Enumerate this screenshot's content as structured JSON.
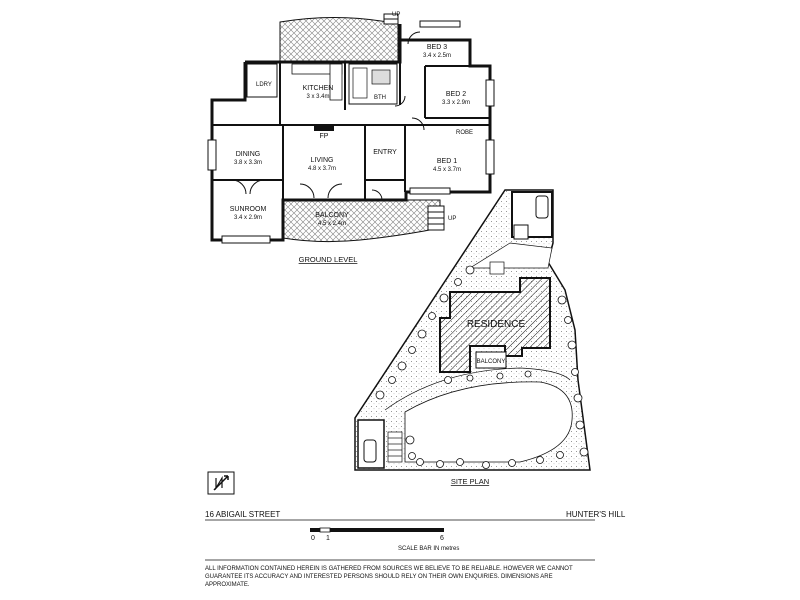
{
  "ground_level": {
    "caption": "GROUND LEVEL",
    "rooms": [
      {
        "name": "BED 3",
        "dims": "3.4 x 2.5m"
      },
      {
        "name": "KITCHEN",
        "dims": "3 x 3.4m"
      },
      {
        "name": "BED 2",
        "dims": "3.3 x 2.9m"
      },
      {
        "name": "DINING",
        "dims": "3.8 x 3.3m"
      },
      {
        "name": "LIVING",
        "dims": "4.8 x 3.7m"
      },
      {
        "name": "ENTRY",
        "dims": ""
      },
      {
        "name": "BED 1",
        "dims": "4.5 x 3.7m"
      },
      {
        "name": "SUNROOM",
        "dims": "3.4 x 2.9m"
      },
      {
        "name": "BALCONY",
        "dims": "4.5 x 2.4m"
      }
    ],
    "misc": {
      "fp": "FP",
      "up1": "UP",
      "up2": "UP",
      "robe": "ROBE",
      "ldry": "LDRY",
      "bth": "BTH"
    }
  },
  "site_plan": {
    "caption": "SITE PLAN",
    "residence": "RESIDENCE",
    "balcony": "BALCONY"
  },
  "footer": {
    "street": "16 ABIGAIL STREET",
    "suburb": "HUNTER'S HILL",
    "scale_0": "0",
    "scale_1": "1",
    "scale_6": "6",
    "scale_label": "SCALE BAR IN metres",
    "disclaimer": "ALL INFORMATION CONTAINED HEREIN IS GATHERED FROM SOURCES WE BELIEVE TO BE RELIABLE. HOWEVER WE CANNOT GUARANTEE ITS ACCURACY AND INTERESTED PERSONS SHOULD RELY ON THEIR OWN ENQUIRIES. DIMENSIONS ARE APPROXIMATE."
  }
}
